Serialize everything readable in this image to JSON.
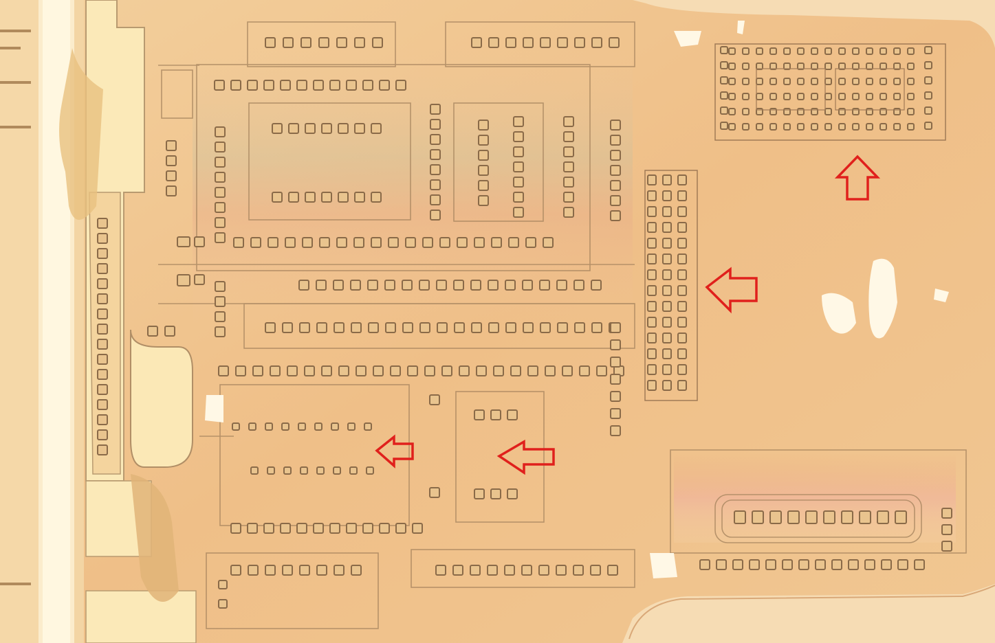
{
  "image": {
    "subject": "integrated-circuit-die-micrograph",
    "colors": {
      "substrate": "#f0c48f",
      "substrate_light": "#f6d6a8",
      "metal": "#fbe9b8",
      "metal_bright": "#fff6d6",
      "trace": "#a88660",
      "pad_dark": "#8a6a48",
      "pad_fill": "#e9c48e",
      "arrow": "#e0201c"
    },
    "annotations": [
      {
        "name": "arrow-up",
        "direction": "up"
      },
      {
        "name": "arrow-left-mid",
        "direction": "left"
      },
      {
        "name": "arrow-left-bottom-1",
        "direction": "left"
      },
      {
        "name": "arrow-left-bottom-2",
        "direction": "left"
      }
    ]
  }
}
